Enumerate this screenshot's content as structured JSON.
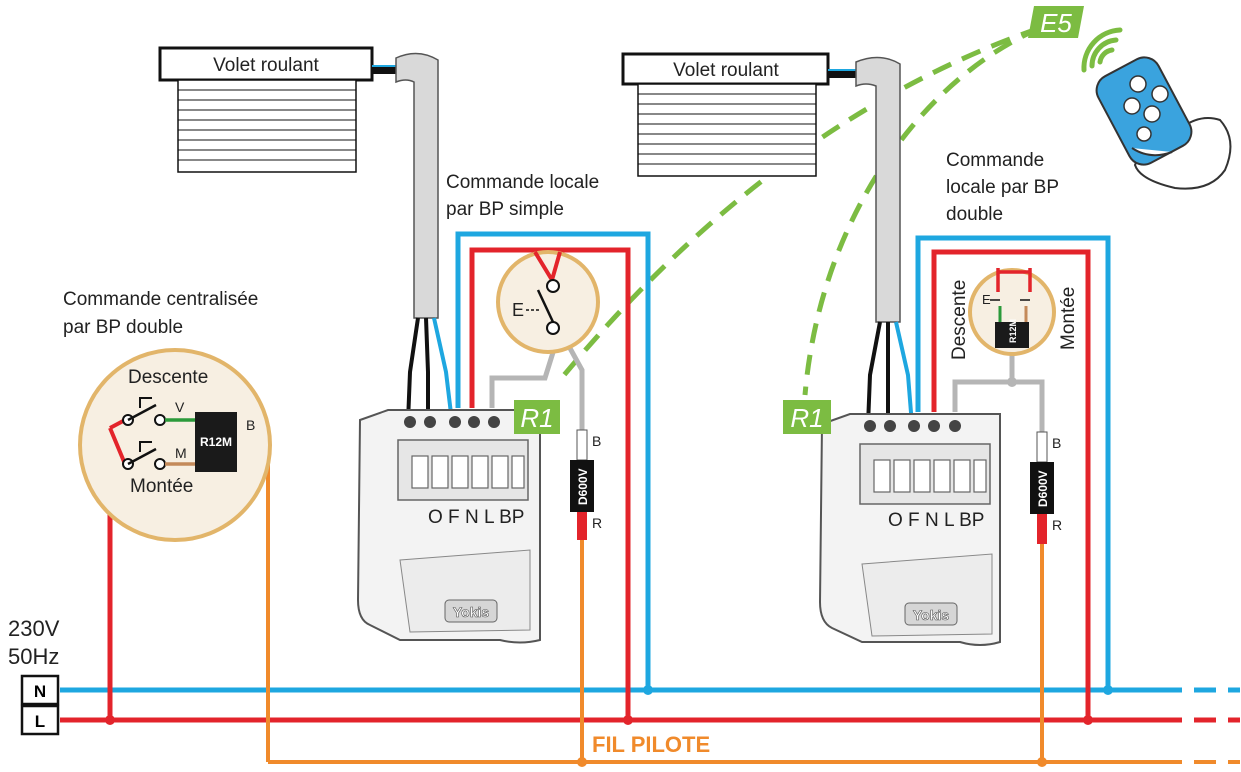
{
  "shutter_left": {
    "label": "Volet roulant"
  },
  "shutter_right": {
    "label": "Volet roulant"
  },
  "central_control": {
    "caption_line1": "Commande centralisée",
    "caption_line2": "par BP double",
    "down_label": "Descente",
    "up_label": "Montée",
    "module_label": "R12M",
    "terminal_v": "V",
    "terminal_m": "M",
    "terminal_b": "B"
  },
  "local_simple": {
    "caption_line1": "Commande locale",
    "caption_line2": "par BP simple",
    "switch_symbol": "E"
  },
  "local_double": {
    "caption_line1": "Commande",
    "caption_line2": "locale par BP",
    "caption_line3": "double",
    "down_label": "Descente",
    "up_label": "Montée",
    "module_label": "R12M",
    "switch_symbol": "E"
  },
  "receiver_left": {
    "tag": "R1",
    "terminals": "O F N L BP",
    "brand": "Yokis"
  },
  "receiver_right": {
    "tag": "R1",
    "terminals": "O F N L BP",
    "brand": "Yokis"
  },
  "diode_left": {
    "label": "D600V",
    "top": "B",
    "bottom": "R"
  },
  "diode_right": {
    "label": "D600V",
    "top": "B",
    "bottom": "R"
  },
  "emitter": {
    "tag": "E5"
  },
  "supply": {
    "voltage": "230V",
    "frequency": "50Hz",
    "neutral": "N",
    "line": "L",
    "pilot_wire": "FIL PILOTE"
  },
  "colors": {
    "neutral": "#1ea7e0",
    "line": "#e3242b",
    "pilot": "#f08a2b",
    "radio": "#7cbc42",
    "grey_wire": "#b5b5b5",
    "circle_fill": "#f7efe2",
    "circle_stroke": "#e2b56a"
  }
}
